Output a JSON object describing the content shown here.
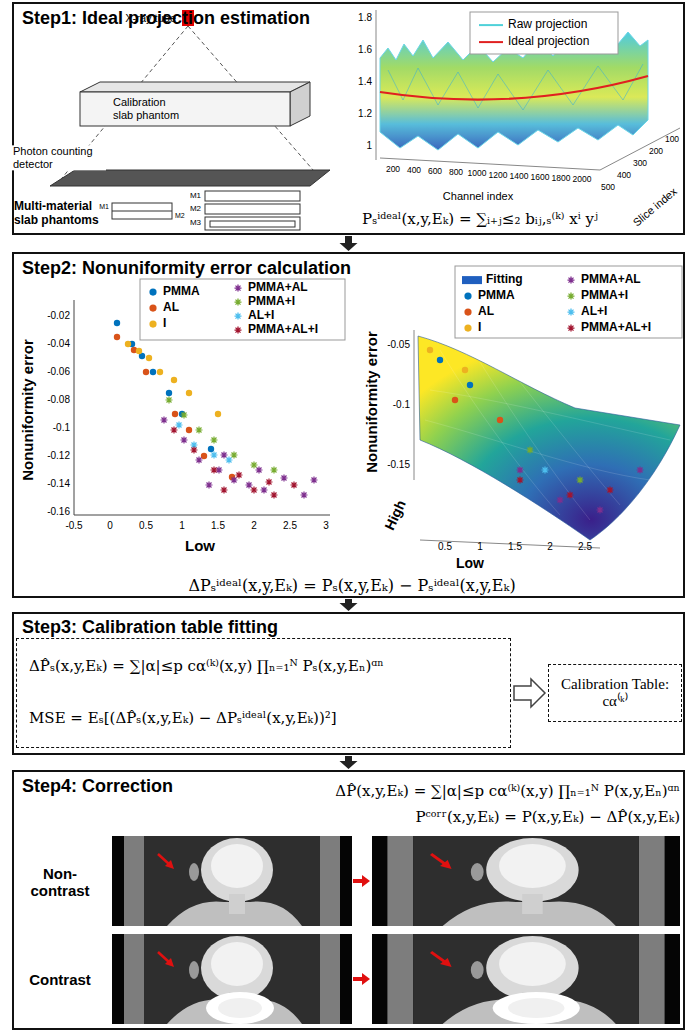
{
  "diagram": {
    "nodes": [
      {
        "text": [
          "Step1: Ideal projection estimation",
          "Pₛⁱᵈᵉᵃˡ(x,y,Eₖ) = ∑ᵢ₊ⱼ≤₂ bᵢⱼ,ₛ⁽ᵏ⁾ xⁱ yʲ"
        ]
      },
      {
        "text": [
          "Step2: Nonuniformity error calculation",
          "ΔPₛⁱᵈᵉᵃˡ(x,y,Eₖ) = Pₛ(x,y,Eₖ) − Pₛⁱᵈᵉᵃˡ(x,y,Eₖ)"
        ]
      },
      {
        "text": [
          "Step3: Calibration table fitting"
        ]
      },
      {
        "text": [
          "ΔP̂ₛ(x,y,Eₖ) = ∑|α|≤p cα⁽ᵏ⁾(x,y) ∏ₙ₌₁ᴺ Pₛ(x,y,Eₙ)ᵅⁿ",
          "MSE = Eₛ[(ΔP̂ₛ(x,y,Eₖ) − ΔPₛⁱᵈᵉᵃˡ(x,y,Eₖ))²]"
        ],
        "in": 2
      },
      {
        "text": [
          "Calibration Table: cα⁽ᵏ⁾"
        ],
        "in": 2
      },
      {
        "text": [
          "Step4: Correction",
          "ΔP̂(x,y,Eₖ) = ∑|α|≤p cα⁽ᵏ⁾(x,y) ∏ₙ₌₁ᴺ P(x,y,Eₙ)ᵅⁿ",
          "Pᶜᵒʳʳ(x,y,Eₖ) = P(x,y,Eₖ) − ΔP̂(x,y,Eₖ)"
        ]
      }
    ],
    "edges": [
      {
        "from": 0,
        "to": 1,
        "arrow": "to"
      },
      {
        "from": 1,
        "to": 2,
        "arrow": "to"
      },
      {
        "from": 2,
        "to": 5,
        "arrow": "to"
      },
      {
        "from": 3,
        "to": 4,
        "arrow": "to"
      }
    ],
    "labels": [
      "X-ray tube",
      "Calibration slab phantom",
      "Photon counting detector",
      "Multi-material slab phantoms",
      "M1",
      "M2",
      "M1",
      "M2",
      "M3",
      "1.8",
      "1.6",
      "1.4",
      "1.2",
      "1",
      "200",
      "400",
      "600",
      "800",
      "1000",
      "1200",
      "1400",
      "1600",
      "1800",
      "2000",
      "Channel index",
      "100",
      "200",
      "300",
      "400",
      "500",
      "Slice index",
      "Nonuniformity error",
      "-0.02",
      "-0.04",
      "-0.06",
      "-0.08",
      "-0.1",
      "-0.12",
      "-0.14",
      "-0.16",
      "-0.5",
      "0",
      "0.5",
      "1",
      "1.5",
      "2",
      "2.5",
      "3",
      "Low",
      "Nonuniformity error",
      "-0.05",
      "-0.1",
      "-0.15",
      "High",
      "Low",
      "0.5",
      "1",
      "1.5",
      "2",
      "2.5",
      "Non-contrast",
      "Contrast"
    ],
    "legend": [
      {
        "text": "Raw projection"
      },
      {
        "text": "Ideal projection"
      },
      {
        "text": "PMMA",
        "color": "#0072BD"
      },
      {
        "text": "AL",
        "color": "#D95319"
      },
      {
        "text": "I",
        "color": "#EDB120"
      },
      {
        "text": "PMMA+AL",
        "color": "#7E2F8E"
      },
      {
        "text": "PMMA+I",
        "color": "#77AC30"
      },
      {
        "text": "AL+I",
        "color": "#4DBEEE"
      },
      {
        "text": "PMMA+AL+I",
        "color": "#A2142F"
      },
      {
        "text": "Fitting",
        "color": "#1F5FBF"
      },
      {
        "text": "PMMA",
        "color": "#0072BD"
      },
      {
        "text": "AL",
        "color": "#D95319"
      },
      {
        "text": "I",
        "color": "#EDB120"
      },
      {
        "text": "PMMA+AL",
        "color": "#7E2F8E"
      },
      {
        "text": "PMMA+I",
        "color": "#77AC30"
      },
      {
        "text": "AL+I",
        "color": "#4DBEEE"
      },
      {
        "text": "PMMA+AL+I",
        "color": "#A2142F"
      }
    ]
  }
}
